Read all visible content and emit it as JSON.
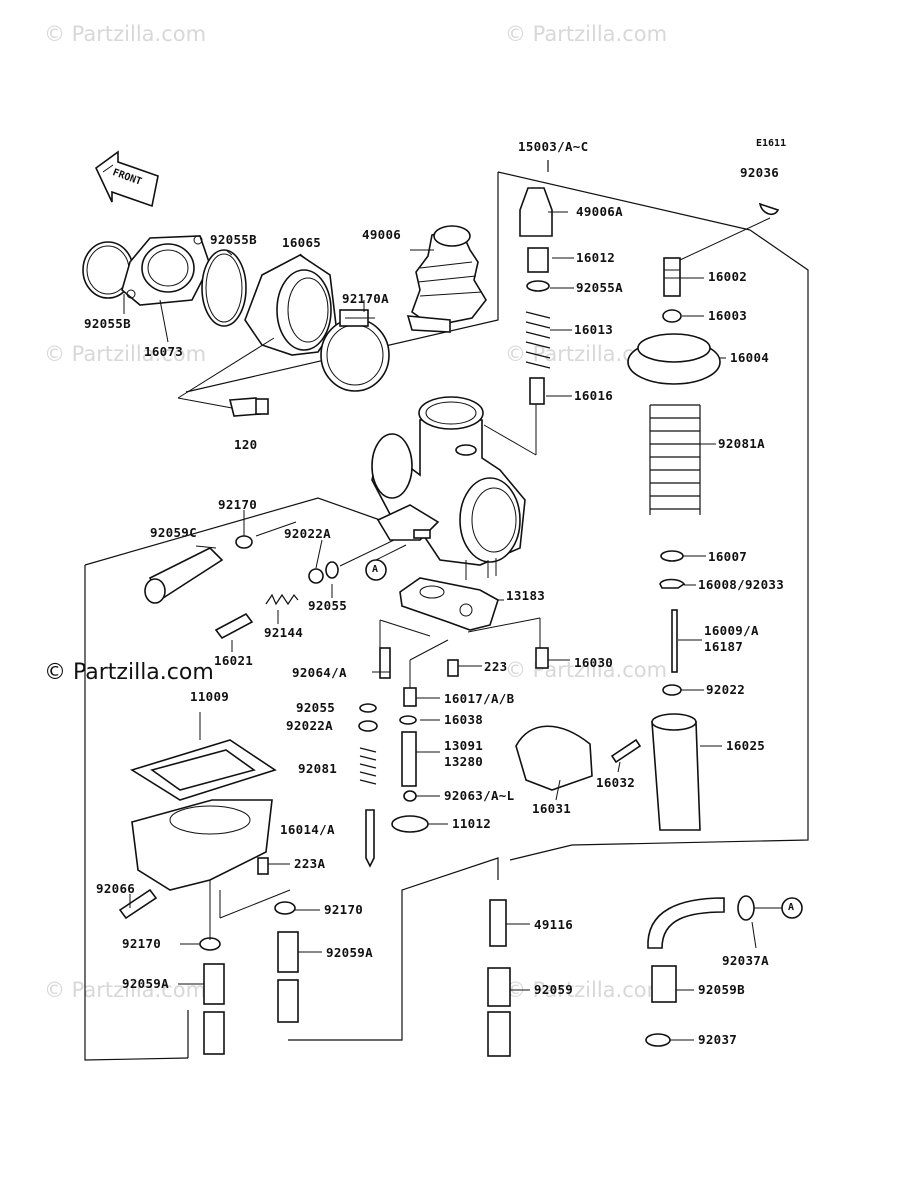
{
  "watermarks": {
    "faint": "© Partzilla.com",
    "strong": "© Partzilla.com"
  },
  "sheet_code": "E1611",
  "front_arrow_text": "FRONT",
  "callout_letter": "A",
  "labels": {
    "p15003": "15003/A~C",
    "p92036": "92036",
    "p49006A": "49006A",
    "p49006": "49006",
    "p16012": "16012",
    "p92055A": "92055A",
    "p16002": "16002",
    "p16003": "16003",
    "p16013": "16013",
    "p16004": "16004",
    "p16016": "16016",
    "p92081A": "92081A",
    "p92055B_top": "92055B",
    "p16065": "16065",
    "p92170A": "92170A",
    "p92055B_left": "92055B",
    "p16073": "16073",
    "p120": "120",
    "p92170_a": "92170",
    "p92059C": "92059C",
    "p92022A_a": "92022A",
    "p92055_a": "92055",
    "p92144": "92144",
    "p16021": "16021",
    "p16007": "16007",
    "p16008": "16008/92033",
    "p13183": "13183",
    "p16009": "16009/A",
    "p16187": "16187",
    "p92064": "92064/A",
    "p223": "223",
    "p16030": "16030",
    "p11009": "11009",
    "p92055_b": "92055",
    "p16017": "16017/A/B",
    "p92022": "92022",
    "p92022A_b": "92022A",
    "p16038": "16038",
    "p16025": "16025",
    "p13091": "13091",
    "p13280": "13280",
    "p92081": "92081",
    "p92063": "92063/A~L",
    "p16031": "16031",
    "p16032": "16032",
    "p16014": "16014/A",
    "p11012": "11012",
    "p223A": "223A",
    "p92066": "92066",
    "p92170_b": "92170",
    "p49116": "49116",
    "p92037A": "92037A",
    "p92170_c": "92170",
    "p92059A_a": "92059A",
    "p92059A_b": "92059A",
    "p92059": "92059",
    "p92059B": "92059B",
    "p92037": "92037"
  }
}
